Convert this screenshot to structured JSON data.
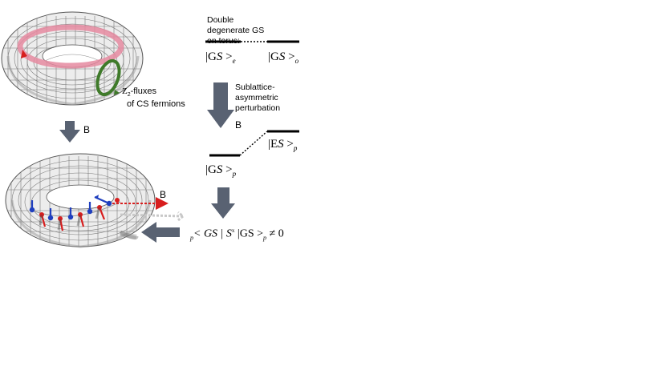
{
  "labels": {
    "double_degenerate": [
      "Double",
      "degenerate GS",
      "on torus:"
    ],
    "gs_e": {
      "ket": "|G",
      "s": "S",
      "close": " >",
      "sub": "e"
    },
    "gs_o": {
      "ket": "|G",
      "s": "S",
      "close": " >",
      "sub": "o"
    },
    "perturbation": [
      "Sublattice-",
      "asymmetric",
      "perturbation"
    ],
    "b_field": "B",
    "gs_p": {
      "ket": "|G",
      "s": "S",
      "close": " >",
      "sub": "p"
    },
    "es_p": {
      "ket": "|E",
      "s": "S",
      "close": " >",
      "sub": "p"
    },
    "z2": {
      "z": "Z",
      "sub": "2",
      "rest": "-fluxes"
    },
    "cs_fermions": "of  CS fermions",
    "matrix_element": {
      "pre": "p",
      "body": "< GS | S",
      "sup": "x",
      "mid": " |GS >",
      "post": "p",
      "tail": " ≠ 0"
    }
  },
  "colors": {
    "arrow": "#596272",
    "level": "#000000",
    "loop_pink": "#e58aa0",
    "flux_green": "#3f7a2a",
    "spin_blue": "#1f3fbf",
    "spin_red": "#d81e1e",
    "dot_blue": "#1f3fbf",
    "dot_red": "#d81e1e"
  }
}
